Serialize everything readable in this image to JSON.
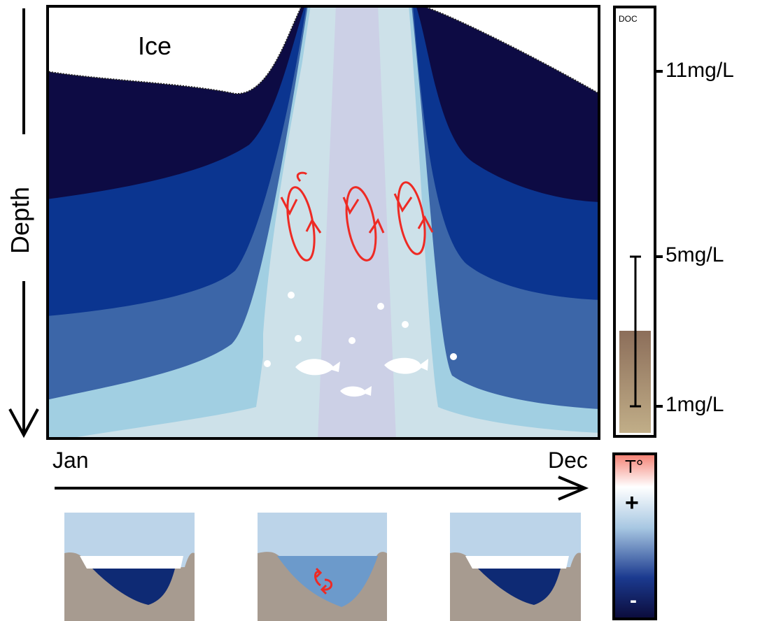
{
  "axes": {
    "depth_label": "Depth",
    "start_month": "Jan",
    "end_month": "Dec"
  },
  "main_panel": {
    "ice_label": "Ice"
  },
  "doc_bar": {
    "title": "DOC",
    "ticks": [
      "11mg/L",
      "5mg/L",
      "1mg/L"
    ],
    "bar_color_top": "#8c6e5a",
    "bar_color_bottom": "#c1ae88"
  },
  "temperature_scale": {
    "title": "T°",
    "high_symbol": "+",
    "low_symbol": "-",
    "colors": [
      "#f47f72",
      "#ffffff",
      "#a7c7e2",
      "#1b3a8f",
      "#0b0b3a"
    ]
  },
  "colors": {
    "layer_darkest": "#0d0b44",
    "layer_dark": "#0b3590",
    "layer_mid": "#3c66a8",
    "layer_light": "#a1cfe2",
    "layer_lightest": "#cde1e9",
    "center_band": "#ccd0e6",
    "mixing_arrows": "#ee2a24",
    "lake_sky": "#bcd4e9",
    "lake_ground": "#a79b90"
  }
}
